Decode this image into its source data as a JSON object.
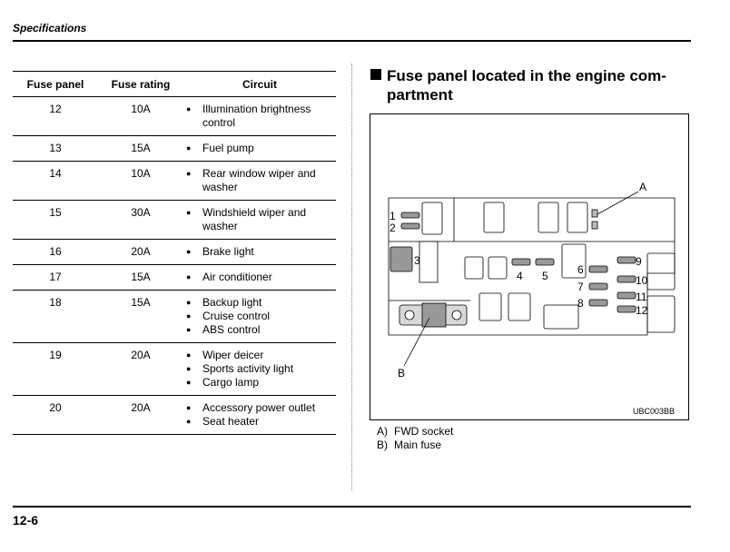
{
  "header": {
    "title": "Specifications"
  },
  "table": {
    "headers": [
      "Fuse panel",
      "Fuse rating",
      "Circuit"
    ],
    "rows": [
      {
        "panel": "12",
        "rating": "10A",
        "circuits": [
          "Illumination brightness control"
        ]
      },
      {
        "panel": "13",
        "rating": "15A",
        "circuits": [
          "Fuel pump"
        ]
      },
      {
        "panel": "14",
        "rating": "10A",
        "circuits": [
          "Rear window wiper and washer"
        ]
      },
      {
        "panel": "15",
        "rating": "30A",
        "circuits": [
          "Windshield wiper and washer"
        ]
      },
      {
        "panel": "16",
        "rating": "20A",
        "circuits": [
          "Brake light"
        ]
      },
      {
        "panel": "17",
        "rating": "15A",
        "circuits": [
          "Air conditioner"
        ]
      },
      {
        "panel": "18",
        "rating": "15A",
        "circuits": [
          "Backup light",
          "Cruise control",
          "ABS control"
        ]
      },
      {
        "panel": "19",
        "rating": "20A",
        "circuits": [
          "Wiper deicer",
          "Sports activity light",
          "Cargo lamp"
        ]
      },
      {
        "panel": "20",
        "rating": "20A",
        "circuits": [
          "Accessory power outlet",
          "Seat heater"
        ]
      }
    ]
  },
  "section": {
    "line1": "Fuse panel located in the engine com-",
    "line2": "partment"
  },
  "figure": {
    "code": "UBC003BB",
    "callout_a": "A",
    "callout_b": "B",
    "fuse_numbers": [
      "1",
      "2",
      "3",
      "4",
      "5",
      "6",
      "7",
      "8",
      "9",
      "10",
      "11",
      "12"
    ]
  },
  "legend": [
    {
      "letter": "A)",
      "text": "FWD socket"
    },
    {
      "letter": "B)",
      "text": "Main fuse"
    }
  ],
  "footer": {
    "page": "12-6"
  }
}
